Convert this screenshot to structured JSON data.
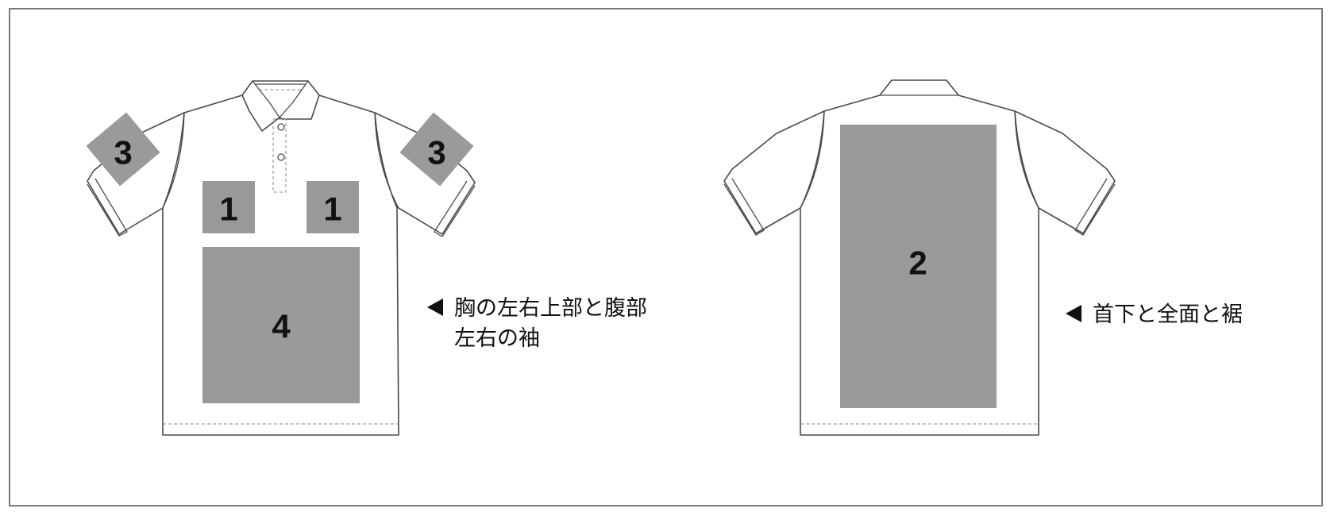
{
  "front": {
    "zones": [
      {
        "id": "chest-left",
        "label": "1"
      },
      {
        "id": "chest-right",
        "label": "1"
      },
      {
        "id": "sleeve-left",
        "label": "3"
      },
      {
        "id": "sleeve-right",
        "label": "3"
      },
      {
        "id": "belly",
        "label": "4"
      }
    ],
    "caption_line1": "胸の左右上部と腹部",
    "caption_line2": "左右の袖"
  },
  "back": {
    "zones": [
      {
        "id": "back-full",
        "label": "2"
      }
    ],
    "caption_line1": "首下と全面と裾"
  },
  "colors": {
    "print_area": "#9a9a9a",
    "outline": "#4a4a4a",
    "frame": "#7a7a7a"
  }
}
